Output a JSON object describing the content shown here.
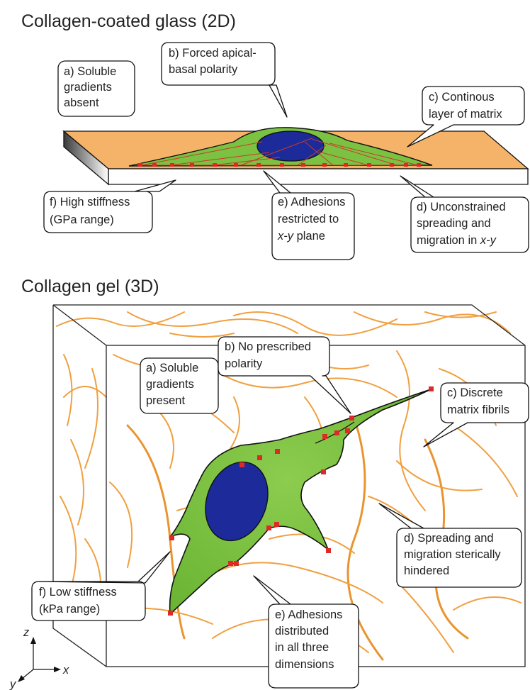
{
  "panel_2d": {
    "title": "Collagen-coated glass (2D)",
    "labels": {
      "a": [
        "a) Soluble",
        "gradients",
        "absent"
      ],
      "b": [
        "b) Forced apical-",
        "basal polarity"
      ],
      "c": [
        "c) Continous",
        "layer of matrix"
      ],
      "d": [
        "d) Unconstrained",
        "spreading and",
        "migration in "
      ],
      "d_italic": "x-y",
      "e": [
        "e) Adhesions",
        "restricted to"
      ],
      "e_italic": "x-y",
      "e_tail": " plane",
      "f": [
        "f) High stiffness",
        "(GPa range)"
      ]
    }
  },
  "panel_3d": {
    "title": "Collagen gel (3D)",
    "labels": {
      "a": [
        "a) Soluble",
        "gradients",
        "present"
      ],
      "b": [
        "b) No prescribed",
        "polarity"
      ],
      "c": [
        "c) Discrete",
        "matrix fibrils"
      ],
      "d": [
        "d) Spreading and",
        "migration sterically",
        "hindered"
      ],
      "e": [
        "e) Adhesions",
        "distributed",
        "in all three",
        "dimensions"
      ],
      "f": [
        "f) Low stiffness",
        "(kPa range)"
      ]
    },
    "axes": {
      "z": "z",
      "y": "y",
      "x": "x"
    }
  },
  "colors": {
    "matrix_2d": "#f5b36a",
    "fibril": "#f0a040",
    "cell_body": "#7cc242",
    "nucleus": "#1c2a9a",
    "adhesion": "#e02828",
    "glass": "#ffffff",
    "outline": "#111111"
  }
}
